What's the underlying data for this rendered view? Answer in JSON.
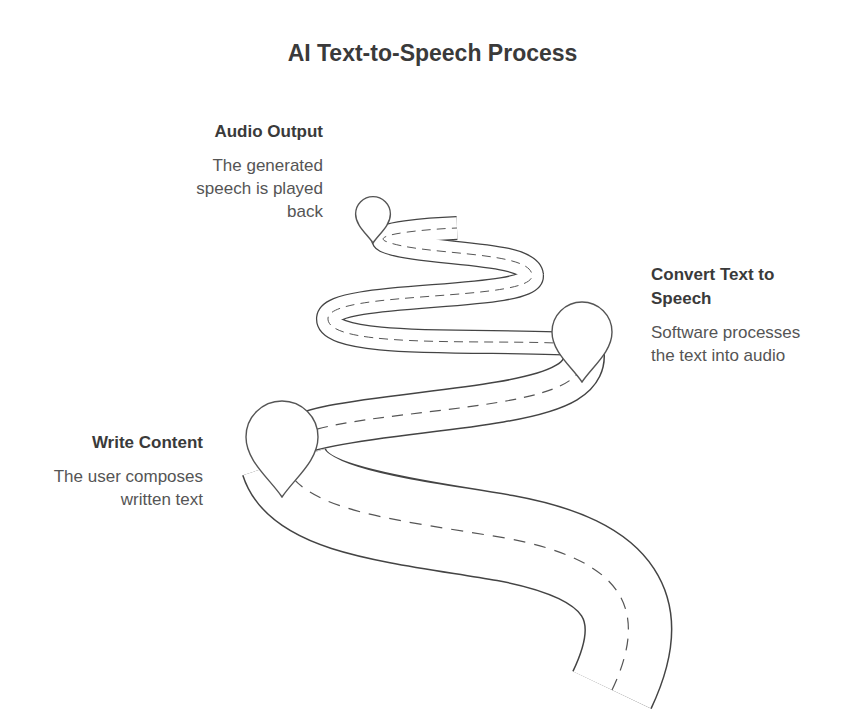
{
  "diagram": {
    "title": "AI Text-to-Speech Process",
    "nodes": [
      {
        "text": [
          "Audio Output",
          "The generated speech is played back"
        ]
      },
      {
        "text": [
          "Convert Text to Speech",
          "Software processes the text into audio"
        ]
      },
      {
        "text": [
          "Write Content",
          "The user composes written text"
        ]
      }
    ]
  }
}
